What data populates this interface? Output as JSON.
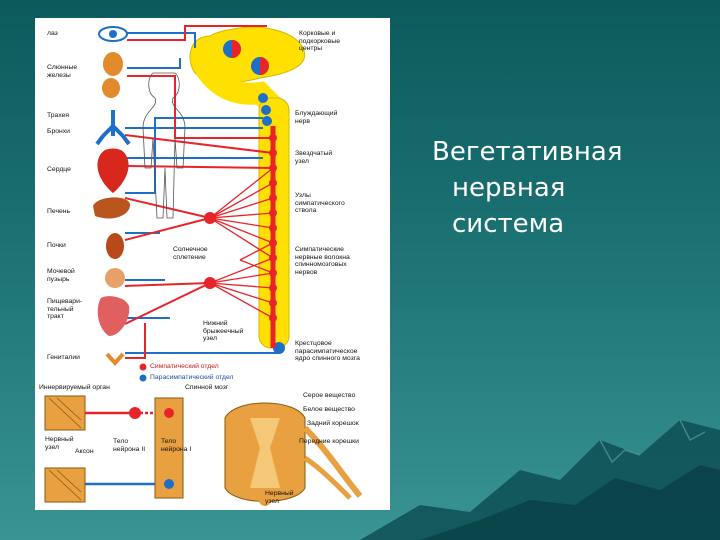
{
  "slide": {
    "title_lines": [
      "Вегетативная",
      "нервная",
      "система"
    ],
    "colors": {
      "background": "#1a6f70",
      "sympathetic": "#e8242a",
      "parasympathetic": "#1e6fc8",
      "brain": "#ffe000"
    }
  },
  "figure": {
    "organs": [
      "лаз",
      "Слюнные\nжелезы",
      "Трахея",
      "Бронхи",
      "Сердце",
      "Печень",
      "Почки",
      "Мочевой\nпузырь",
      "Пищевари-\nтельный\nтракт",
      "Гениталии"
    ],
    "annotations": {
      "subcortical": "Корковые и\nподкорковые\nцентры",
      "vagus": "Блуждающий\nнерв",
      "stellate": "Звездчатый\nузел",
      "sympathetic_trunk": "Узлы\nсимпатического\nствола",
      "solar_plexus": "Солнечное\nсплетение",
      "fibers": "Симпатические\nнервные волокна\nспинномозговых\nнервов",
      "mesenteric": "Нижний\nбрыжеечный\nузел",
      "sacral": "Крестцовое\nпарасимпатическое\nядро спинного мозга",
      "legend_symp": "Симпатический отдел",
      "legend_parasymp": "Парасимпатический отдел",
      "spinal_cord": "Спинной мозг",
      "innervated_organ": "Иннервируемый орган",
      "ganglion": "Нервный\nузел",
      "axon": "Аксон",
      "neuron2": "Тело\nнейрона II",
      "neuron1": "Тело\nнейрона I",
      "gray_matter": "Серое вещество",
      "white_matter": "Белое вещество",
      "dorsal_root": "Задний корешок",
      "ventral_root": "Передние корешки",
      "nerve_ganglion": "Нервный\nузел"
    }
  }
}
